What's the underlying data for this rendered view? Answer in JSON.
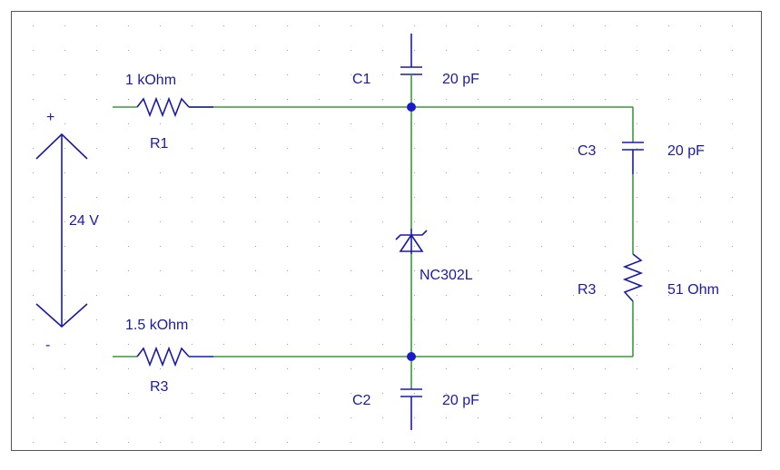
{
  "source": {
    "plus_label": "+",
    "minus_label": "-",
    "value": "24 V"
  },
  "components": {
    "r1": {
      "name": "R1",
      "value": "1 kOhm"
    },
    "r3_left": {
      "name": "R3",
      "value": "1.5 kOhm"
    },
    "c1": {
      "name": "C1",
      "value": "20 pF"
    },
    "c2": {
      "name": "C2",
      "value": "20 pF"
    },
    "c3": {
      "name": "C3",
      "value": "20 pF"
    },
    "r3_right": {
      "name": "R3",
      "value": "51 Ohm"
    },
    "diode": {
      "name": "NC302L"
    }
  },
  "colors": {
    "wire": "#3a9a3a",
    "component": "#1a1aa6",
    "node": "#1a1acc",
    "grid_dot": "#a0a0a0",
    "frame": "#555555"
  }
}
